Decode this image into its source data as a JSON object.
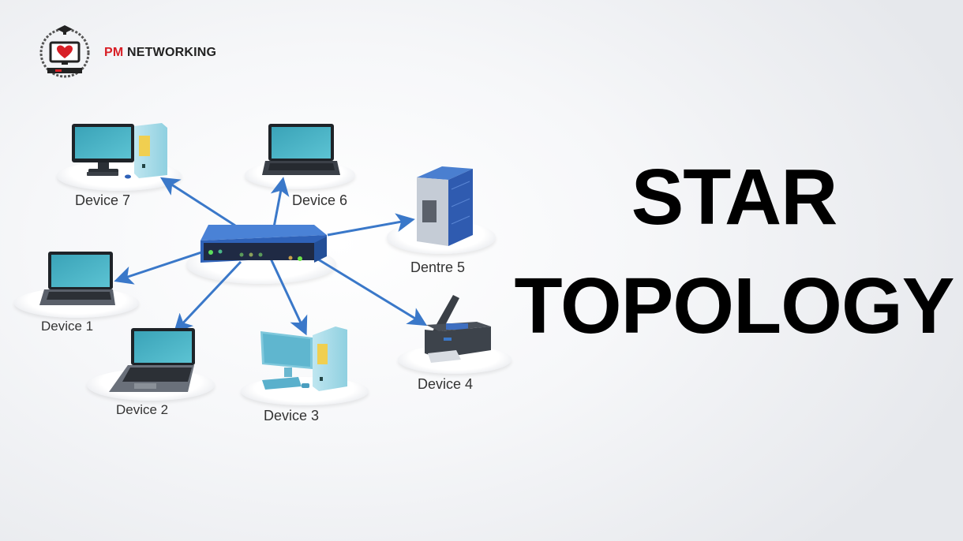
{
  "brand": {
    "name_prefix": "PM",
    "name_suffix": " NETWORKING",
    "accent_color": "#d81f26",
    "logo_icon": "graduation-cap-monitor-book-emblem"
  },
  "title": {
    "line1": "STAR",
    "line2": "TOPOLOGY"
  },
  "diagram": {
    "hub": {
      "type": "network-switch",
      "color": "#2f62b8"
    },
    "link_color": "#3a78c9",
    "nodes": [
      {
        "id": "device1",
        "label": "Device 1",
        "type": "laptop"
      },
      {
        "id": "device2",
        "label": "Device 2",
        "type": "laptop"
      },
      {
        "id": "device3",
        "label": "Device 3",
        "type": "desktop-pc"
      },
      {
        "id": "device4",
        "label": "Device 4",
        "type": "printer"
      },
      {
        "id": "device5",
        "label": "Dentre 5",
        "type": "server-rack"
      },
      {
        "id": "device6",
        "label": "Device 6",
        "type": "laptop"
      },
      {
        "id": "device7",
        "label": "Device 7",
        "type": "desktop-pc"
      }
    ]
  }
}
